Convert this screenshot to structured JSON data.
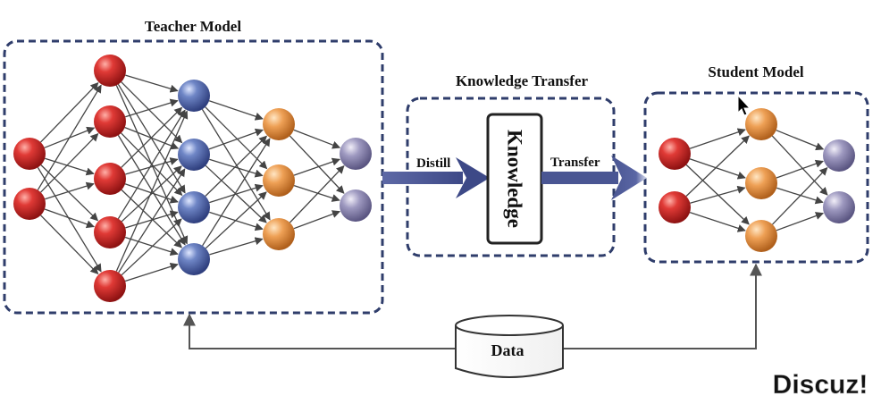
{
  "diagram": {
    "teacher_title": "Teacher Model",
    "transfer_title": "Knowledge Transfer",
    "student_title": "Student Model",
    "knowledge_label": "Knowledge",
    "distill_label": "Distill",
    "transfer_label": "Transfer",
    "data_label": "Data",
    "colors": {
      "box_border": "#2f3d6b",
      "arrow": "#4a5693",
      "red_node": "#cc2a2a",
      "blue_node": "#5a73b8",
      "orange_node": "#e9974a",
      "purple_node": "#8b86b0"
    }
  },
  "watermark": {
    "text": "Discuz!"
  }
}
